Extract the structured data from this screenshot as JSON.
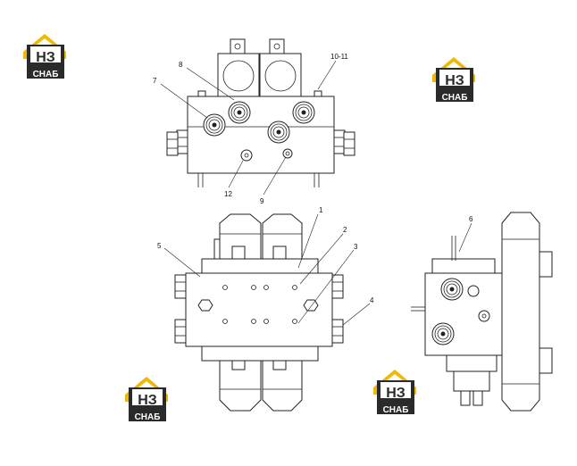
{
  "logo": {
    "mark": "НЗ",
    "text": "CHAБ",
    "color_yellow": "#f0b800",
    "color_dark": "#2a2a2a"
  },
  "callouts": {
    "c1": "1",
    "c2": "2",
    "c3": "3",
    "c4": "4",
    "c5": "5",
    "c6": "6",
    "c7": "7",
    "c8": "8",
    "c9": "9",
    "c10_11": "10-11",
    "c12": "12"
  }
}
